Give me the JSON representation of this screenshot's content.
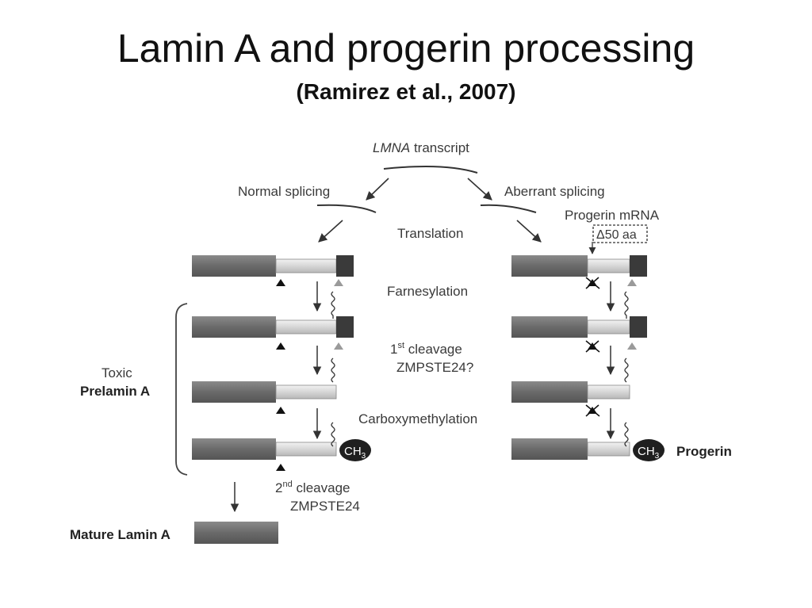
{
  "slide": {
    "title": "Lamin A and progerin processing",
    "subtitle": "(Ramirez et al., 2007)"
  },
  "diagram": {
    "transcript_prefix": "LMNA",
    "transcript_suffix": " transcript",
    "normal_splicing": "Normal splicing",
    "aberrant_splicing": "Aberrant splicing",
    "progerin_mrna": "Progerin mRNA",
    "deletion": "Δ50 aa",
    "translation": "Translation",
    "farnesylation": "Farnesylation",
    "first_cleavage_num": "1",
    "first_cleavage_sup": "st",
    "first_cleavage_text": " cleavage",
    "first_cleavage_enzyme": "ZMPSTE24?",
    "carboxymethylation": "Carboxymethylation",
    "second_cleavage_num": "2",
    "second_cleavage_sup": "nd",
    "second_cleavage_text": " cleavage",
    "second_cleavage_enzyme": "ZMPSTE24",
    "toxic": "Toxic",
    "prelamin_a": "Prelamin A",
    "methyl_label": "CH",
    "methyl_sub": "3",
    "progerin": "Progerin",
    "mature_lamin_a": "Mature Lamin A"
  },
  "colors": {
    "dark_segment": "#6f6f6f",
    "light_segment": "#e6e6e6",
    "end_block": "#3a3a3a",
    "methyl_circle": "#1f1f1f",
    "gray_marker": "#9a9a9a",
    "text": "#3a3a3a"
  }
}
